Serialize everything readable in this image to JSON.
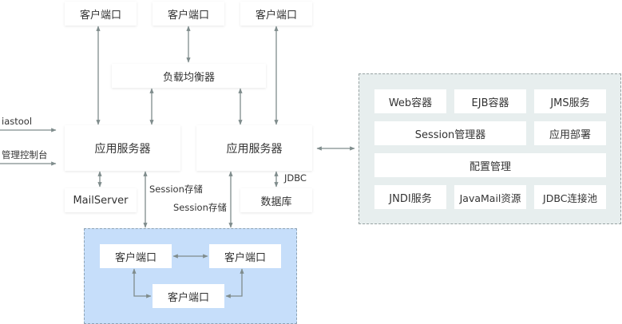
{
  "top_clients": [
    "客户端口",
    "客户端口",
    "客户端口"
  ],
  "load_balancer": "负载均衡器",
  "app_servers": [
    "应用服务器",
    "应用服务器"
  ],
  "external_inputs": [
    "iastool",
    "管理控制台"
  ],
  "mail_server": "MailServer",
  "database": "数据库",
  "jdbc_label": "JDBC",
  "session_labels": [
    "Session存储",
    "Session存储"
  ],
  "server_components": {
    "row1": [
      "Web容器",
      "EJB容器",
      "JMS服务"
    ],
    "row2": [
      "Session管理器",
      "应用部署"
    ],
    "row3": [
      "配置管理"
    ],
    "row4": [
      "JNDI服务",
      "JavaMail资源",
      "JDBC连接池"
    ]
  },
  "session_cluster": [
    "客户端口",
    "客户端口",
    "客户端口"
  ],
  "colors": {
    "arrow": "#7f8c8c",
    "gray_group_bg": "#e7eeee",
    "blue_group_bg": "#c6defa"
  }
}
